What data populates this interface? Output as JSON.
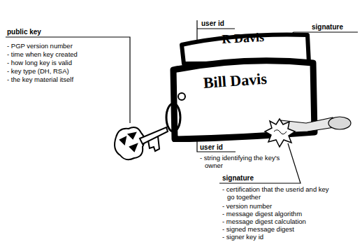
{
  "diagram": {
    "nodes": [
      {
        "text": [
          "R Davis"
        ]
      },
      {
        "text": [
          "Bill Davis"
        ]
      }
    ],
    "labels": [
      "public key",
      "- PGP version number",
      "- time when key created",
      "- how long key is valid",
      "- key type (DH, RSA)",
      "- the key material itself",
      "user id",
      "signature",
      "user id",
      "- string identifying the key's owner",
      "signature",
      "- certification that the userid and key go together",
      "- version number",
      "- message digest algorithm",
      "- message digest calculation",
      "- signed message digest",
      "- signer key id"
    ]
  }
}
